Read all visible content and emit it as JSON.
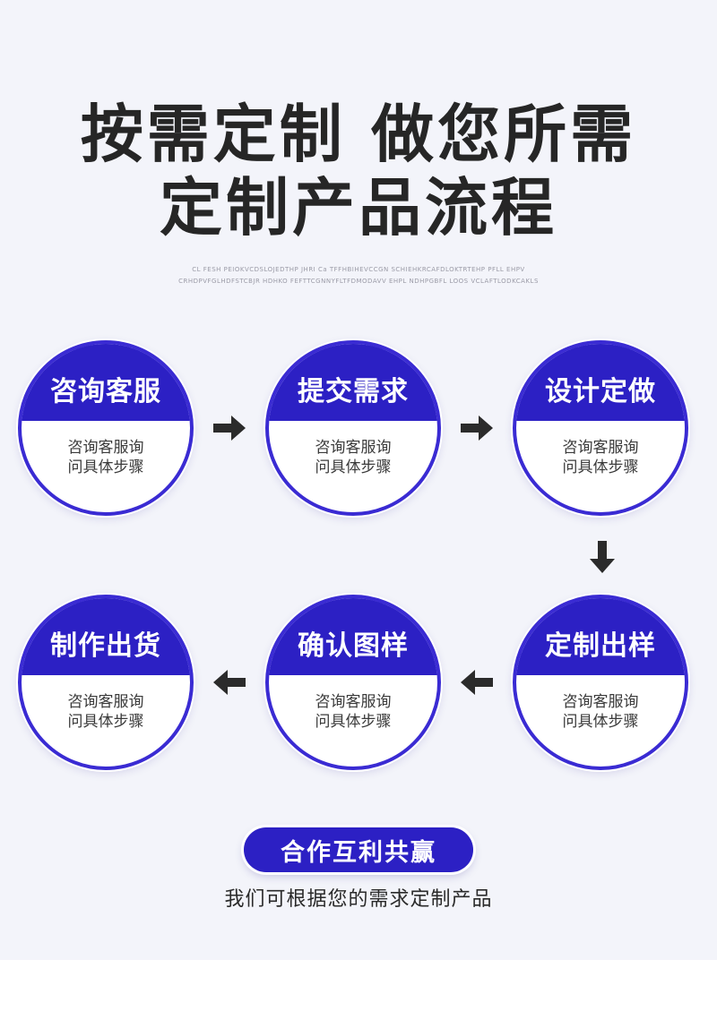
{
  "title": {
    "line1": "按需定制 做您所需",
    "line2": "定制产品流程"
  },
  "fine_print": {
    "line1": "CL FESH PEIOKVCDSLOJEDTHP JHRI Ca TFFHBIHEVCCGN SCHIEHKRCAFDLOKTRTEHP PFLL EHPV",
    "line2": "CRHDPVFGLHDFSTCBJR HDHKO FEFTTCGNNYFLTFDMODAVV EHPL NDHPGBFL LOOS VCLAFTLODKCAKLS"
  },
  "steps": [
    {
      "title": "咨询客服",
      "desc1": "咨询客服询",
      "desc2": "问具体步骤"
    },
    {
      "title": "提交需求",
      "desc1": "咨询客服询",
      "desc2": "问具体步骤"
    },
    {
      "title": "设计定做",
      "desc1": "咨询客服询",
      "desc2": "问具体步骤"
    },
    {
      "title": "定制出样",
      "desc1": "咨询客服询",
      "desc2": "问具体步骤"
    },
    {
      "title": "确认图样",
      "desc1": "咨询客服询",
      "desc2": "问具体步骤"
    },
    {
      "title": "制作出货",
      "desc1": "咨询客服询",
      "desc2": "问具体步骤"
    }
  ],
  "arrows": [
    "arrow-right-icon",
    "arrow-right-icon",
    "arrow-down-icon",
    "arrow-left-icon",
    "arrow-left-icon"
  ],
  "badge": "合作互利共赢",
  "tagline": "我们可根据您的需求定制产品",
  "colors": {
    "accent": "#2c20c4",
    "border": "#3a2bd3",
    "title": "#262626"
  }
}
